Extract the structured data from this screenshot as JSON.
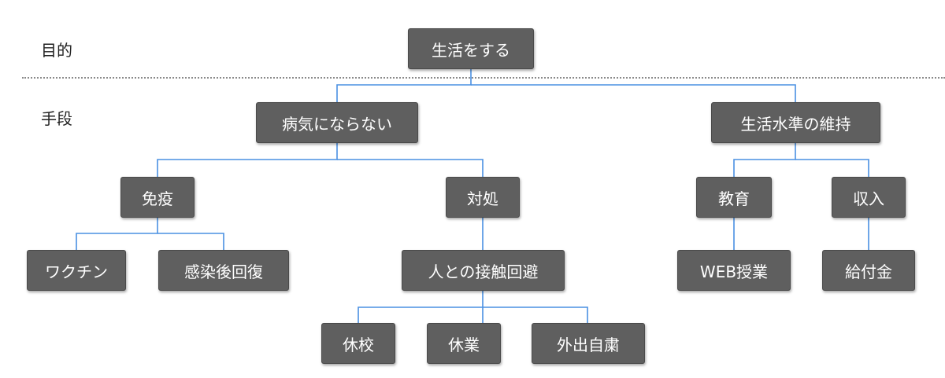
{
  "labels": {
    "purpose": "目的",
    "means": "手段"
  },
  "nodes": {
    "root": "生活をする",
    "health": "病気にならない",
    "living": "生活水準の維持",
    "immunity": "免疫",
    "treatment": "対処",
    "vaccine": "ワクチン",
    "recovery": "感染後回復",
    "avoid_contact": "人との接触回避",
    "school_closure": "休校",
    "business_closure": "休業",
    "stay_home": "外出自粛",
    "education": "教育",
    "income": "収入",
    "web_class": "WEB授業",
    "benefit": "給付金"
  },
  "colors": {
    "node_fill": "#5f5f5f",
    "node_text": "#ffffff",
    "connector": "#4a90e2",
    "divider": "#8a8a8a"
  }
}
